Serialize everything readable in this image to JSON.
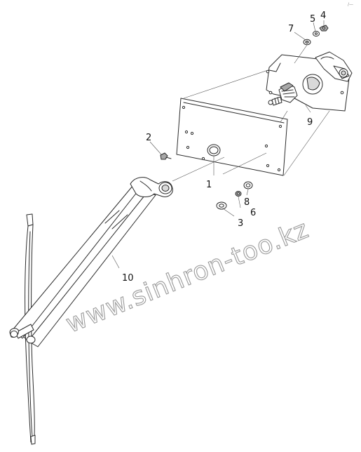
{
  "watermark": "www.sinhron-too.kz",
  "corner_mark": "/—",
  "callouts": [
    {
      "id": "c4",
      "label": "4"
    },
    {
      "id": "c5",
      "label": "5"
    },
    {
      "id": "c7",
      "label": "7"
    },
    {
      "id": "c9",
      "label": "9"
    },
    {
      "id": "c2",
      "label": "2"
    },
    {
      "id": "c1",
      "label": "1"
    },
    {
      "id": "c8",
      "label": "8"
    },
    {
      "id": "c6",
      "label": "6"
    },
    {
      "id": "c3",
      "label": "3"
    },
    {
      "id": "c10",
      "label": "10"
    }
  ]
}
